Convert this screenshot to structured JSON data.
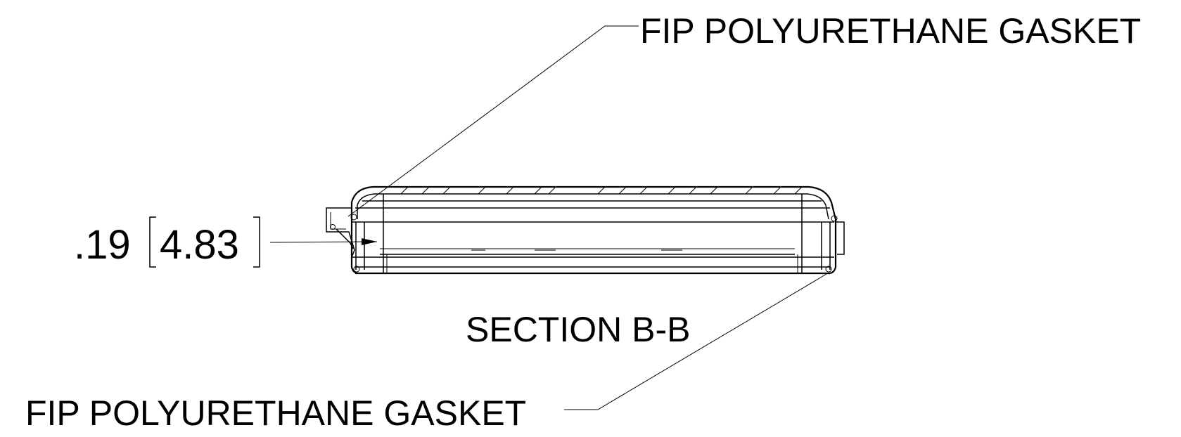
{
  "labels": {
    "gasket_top": "FIP POLYURETHANE GASKET",
    "gasket_bottom": "FIP POLYURETHANE GASKET",
    "section": "SECTION B-B"
  },
  "dimension": {
    "inch": ".19",
    "mm": "4.83"
  }
}
